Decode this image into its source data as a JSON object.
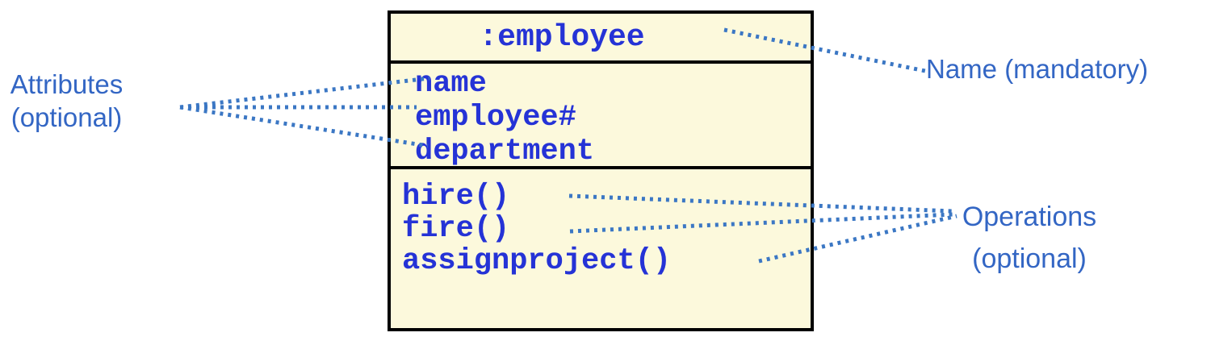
{
  "diagram": {
    "object_box": {
      "name": ":employee",
      "attributes": [
        "name",
        "employee#",
        "department"
      ],
      "operations": [
        "hire()",
        "fire()",
        "assignproject()"
      ]
    },
    "annotations": {
      "attributes_label_line1": "Attributes",
      "attributes_label_line2": "(optional)",
      "name_label": "Name (mandatory)",
      "operations_label_line1": "Operations",
      "operations_label_line2": "(optional)"
    },
    "colors": {
      "box_fill": "#FCF9DC",
      "box_border": "#000000",
      "mono_text": "#2533D6",
      "label_text": "#3366C4",
      "dotted_line": "#3B77C4",
      "page_bg": "#FFFFFF"
    }
  }
}
